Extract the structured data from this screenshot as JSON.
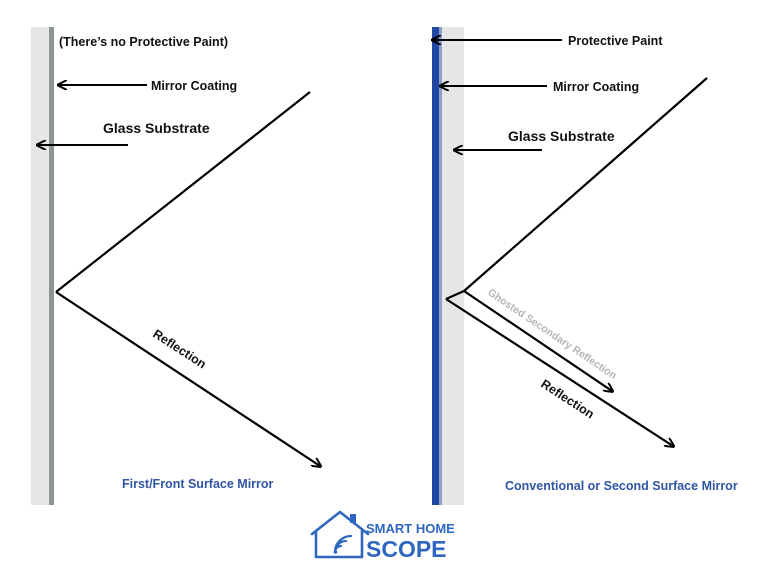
{
  "left_panel": {
    "note_label": "(There’s no Protective Paint)",
    "mirror_coating_label": "Mirror Coating",
    "glass_substrate_label": "Glass Substrate",
    "reflection_label": "Reflection",
    "caption": "First/Front Surface Mirror"
  },
  "right_panel": {
    "protective_paint_label": "Protective Paint",
    "mirror_coating_label": "Mirror Coating",
    "glass_substrate_label": "Glass Substrate",
    "ghost_reflection_label": "Ghosted Secondary Reflection",
    "reflection_label": "Reflection",
    "caption": "Conventional or Second Surface Mirror"
  },
  "logo": {
    "line1": "SMART HOME",
    "line2": "SCOPE"
  },
  "colors": {
    "glass": "#e6e6e6",
    "front_coating": "#8e9690",
    "protective_paint": "#1f47a3",
    "caption_blue": "#2f55a4",
    "ghost_text": "#b5b5b5",
    "logo_blue": "#2f67c0"
  }
}
